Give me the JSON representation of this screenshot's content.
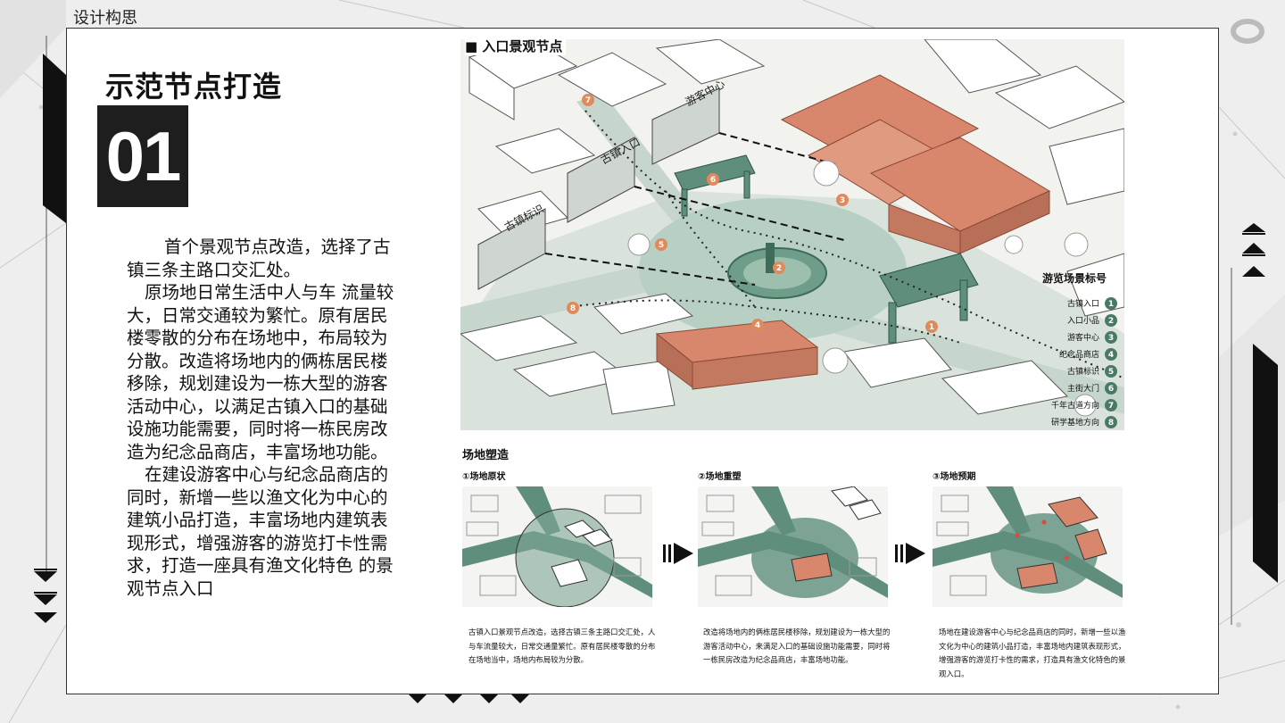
{
  "section_label": "设计构思",
  "title": "示范节点打造",
  "number": "01",
  "paragraphs": [
    "首个景观节点改造，选择了古镇三条主路口交汇处。",
    "原场地日常生活中人与车 流量较大，日常交通较为繁忙。原有居民楼零散的分布在场地中，布局较为分散。改造将场地内的俩栋居民楼移除，规划建设为一栋大型的游客活动中心，以满足古镇入口的基础设施功能需要，同时将一栋民房改造为纪念品商店，丰富场地功能。",
    "在建设游客中心与纪念品商店的同时，新增一些以渔文化为中心的建筑小品打造，丰富场地内建筑表现形式，增强游客的游览打卡性需求，打造一座具有渔文化特色 的景观节点入口"
  ],
  "main_map": {
    "heading": "■ 入口景观节点",
    "billboards": [
      "古镇标识",
      "古镇入口",
      "游客中心"
    ],
    "legend_title": "游览场景标号",
    "legend": [
      {
        "label": "古镇入口",
        "num": "1"
      },
      {
        "label": "入口小品",
        "num": "2"
      },
      {
        "label": "游客中心",
        "num": "3"
      },
      {
        "label": "纪念品商店",
        "num": "4"
      },
      {
        "label": "古镇标识",
        "num": "5"
      },
      {
        "label": "主街大门",
        "num": "6"
      },
      {
        "label": "千年古道方向",
        "num": "7"
      },
      {
        "label": "研学基地方向",
        "num": "8"
      }
    ],
    "markers": [
      "1",
      "2",
      "3",
      "4",
      "5",
      "6",
      "7",
      "8"
    ]
  },
  "site": {
    "heading": "场地塑造",
    "panels": [
      {
        "label": "①场地原状",
        "text": "古镇入口景观节点改造，选择古镇三条主路口交汇处，人与车流量较大，日常交通量繁忙。原有居民楼零散的分布在场地当中，场地内布局较为分散。"
      },
      {
        "label": "②场地重塑",
        "text": "改造将场地内的俩栋居民楼移除，规划建设为一栋大型的游客活动中心，来满足入口的基础设施功能需要，同时将一栋民房改造为纪念品商店，丰富场地功能。"
      },
      {
        "label": "③场地预期",
        "text": "场地在建设游客中心与纪念品商店的同时，新增一些以渔文化为中心的建筑小品打造，丰富场地内建筑表现形式，增强游客的游览打卡性的需求，打造具有渔文化特色的景观入口。"
      }
    ]
  },
  "colors": {
    "green": "#5f8f7c",
    "roof": "#d8876c",
    "legend_badge": "#4a7a66",
    "marker": "#e08a5c",
    "dark": "#1e1e1e"
  }
}
